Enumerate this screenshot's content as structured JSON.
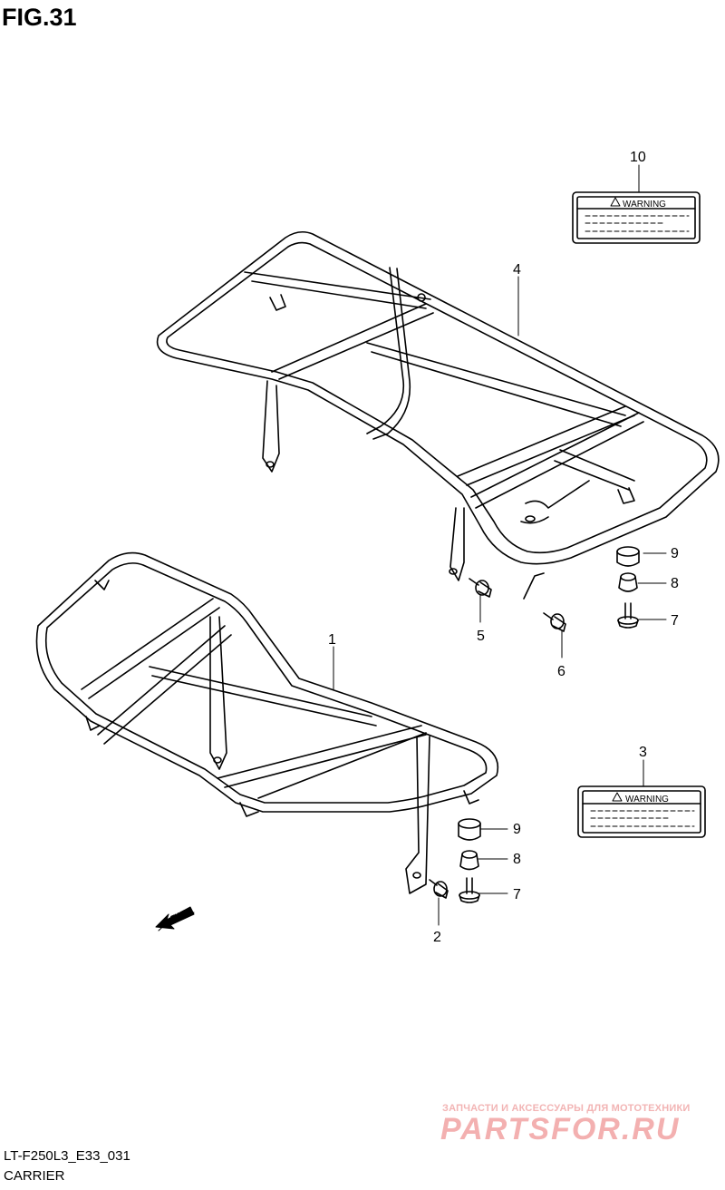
{
  "figure": {
    "title": "FIG.31"
  },
  "labels": {
    "warning_a": "WARNING",
    "warning_b": "WARNING",
    "fwd": "FWD"
  },
  "callouts": [
    "1",
    "2",
    "3",
    "4",
    "5",
    "6",
    "7",
    "8",
    "9",
    "10",
    "9",
    "8",
    "7"
  ],
  "footer": {
    "code": "LT-F250L3_E33_031",
    "caption": "CARRIER"
  },
  "watermark": {
    "tagline": "ЗАПЧАСТИ И АКСЕССУАРЫ ДЛЯ МОТОТЕХНИКИ",
    "logo": "PARTSFOR.RU"
  },
  "colors": {
    "line": "#000000",
    "watermark": "#f3b0b0"
  }
}
